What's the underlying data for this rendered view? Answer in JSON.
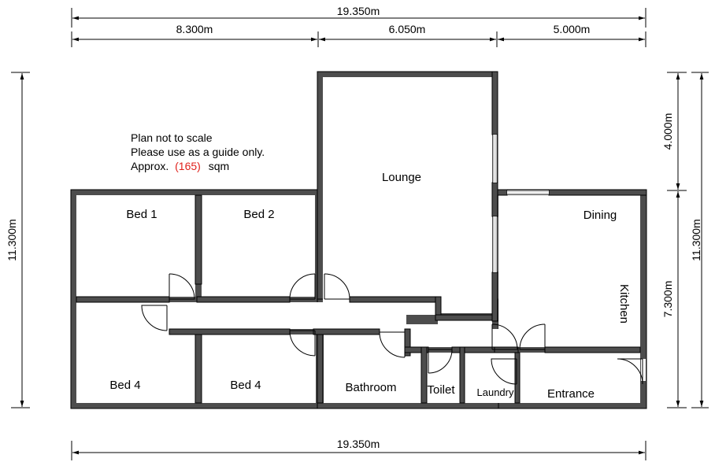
{
  "dimensions": {
    "top_total": "19.350m",
    "top_seg1": "8.300m",
    "top_seg2": "6.050m",
    "top_seg3": "5.000m",
    "left_total": "11.300m",
    "right_total": "11.300m",
    "right_upper": "4.000m",
    "right_lower": "7.300m",
    "bottom_total": "19.350m"
  },
  "note": {
    "line1": "Plan not to scale",
    "line2": "Please use as a guide only.",
    "line3_prefix": "Approx.",
    "area_value": "(165)",
    "line3_suffix": "sqm",
    "area_color": "#e0201b"
  },
  "rooms": {
    "lounge": "Lounge",
    "bed1": "Bed 1",
    "bed2": "Bed 2",
    "dining": "Dining",
    "kitchen": "Kitchen",
    "bed4_left": "Bed 4",
    "bed4_right": "Bed 4",
    "bathroom": "Bathroom",
    "toilet": "Toilet",
    "laundry": "Laundry",
    "entrance": "Entrance"
  }
}
